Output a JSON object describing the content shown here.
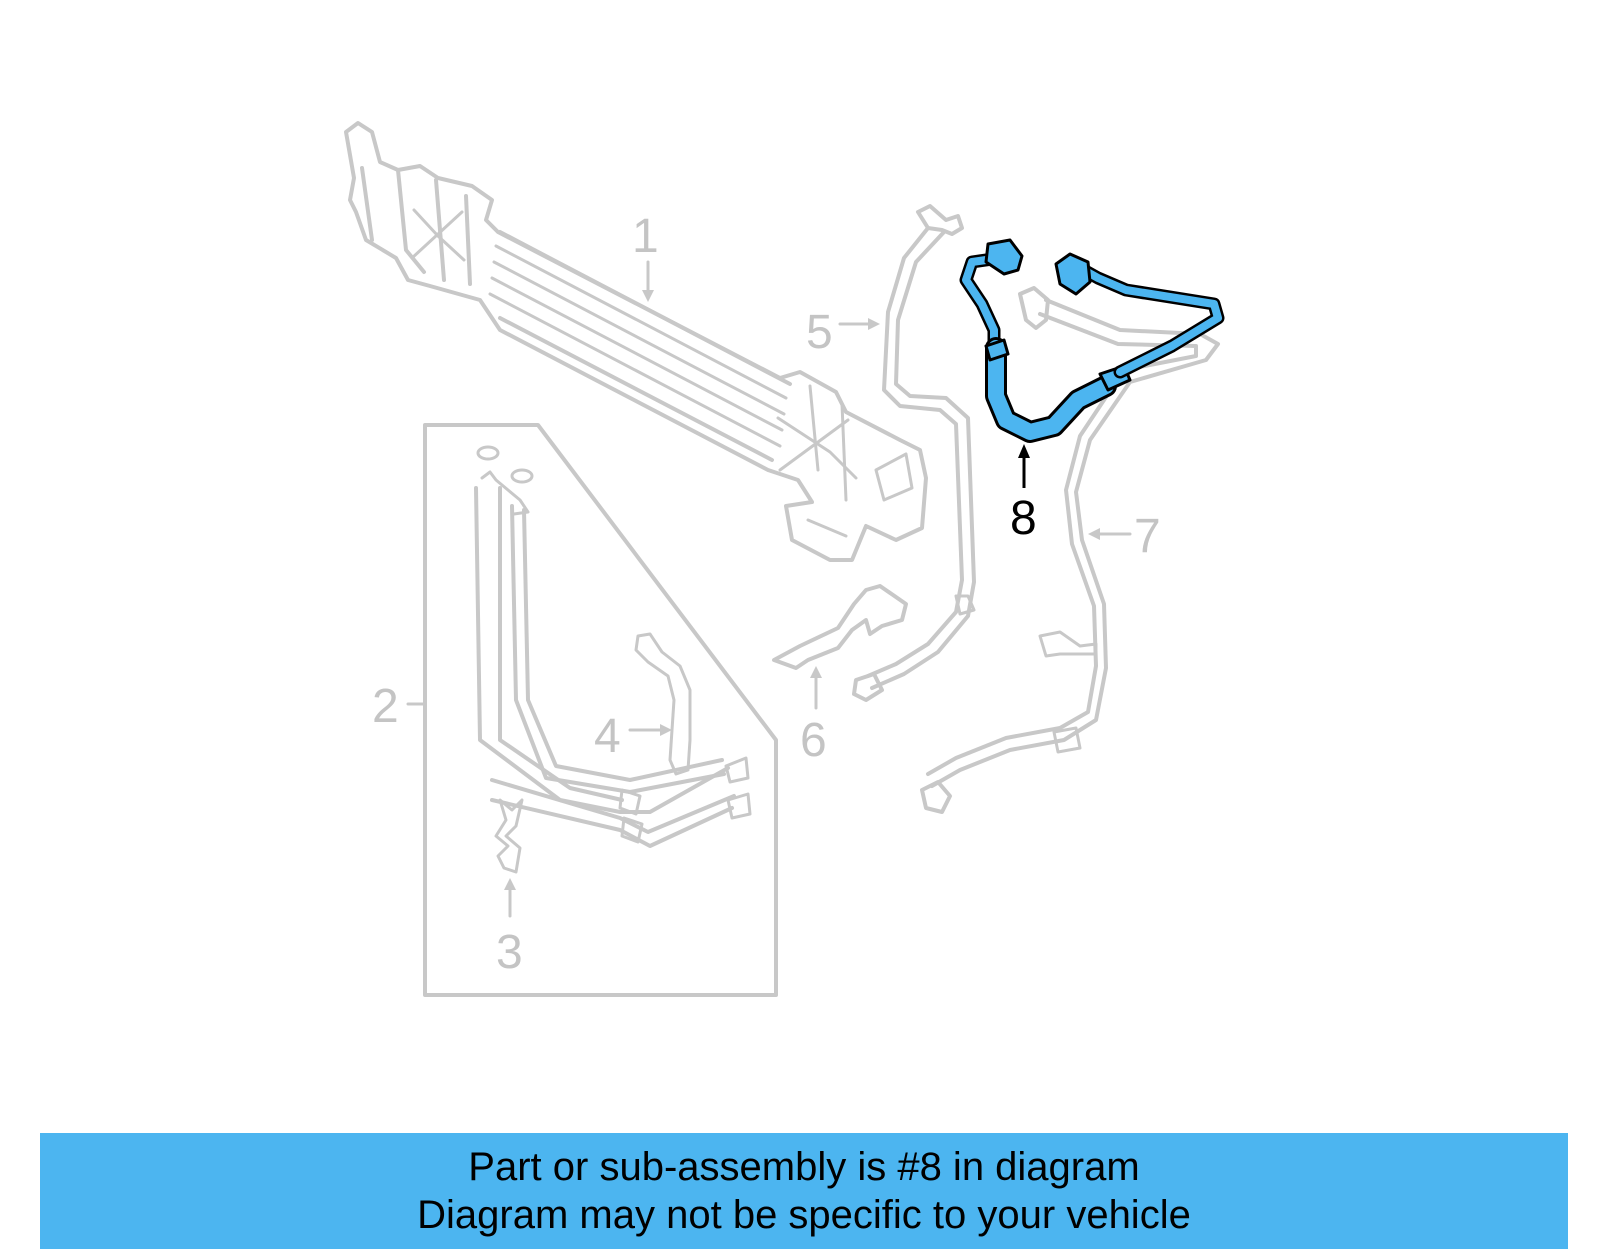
{
  "diagram": {
    "highlighted_part": "8",
    "highlight_color": "#4cb5f0",
    "ghost_color": "#c8c8c8",
    "callouts": [
      {
        "id": "1",
        "label": "1"
      },
      {
        "id": "2",
        "label": "2"
      },
      {
        "id": "3",
        "label": "3"
      },
      {
        "id": "4",
        "label": "4"
      },
      {
        "id": "5",
        "label": "5"
      },
      {
        "id": "6",
        "label": "6"
      },
      {
        "id": "7",
        "label": "7"
      },
      {
        "id": "8",
        "label": "8"
      }
    ]
  },
  "banner": {
    "line1": "Part or sub-assembly is #8 in diagram",
    "line2": "Diagram may not be specific to your vehicle",
    "background": "#4cb5f0"
  }
}
